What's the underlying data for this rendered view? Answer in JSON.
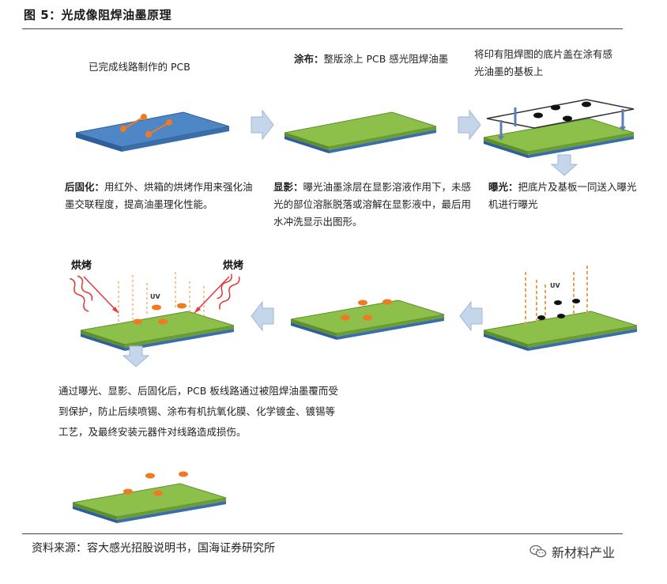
{
  "figure": {
    "title": "图 5：光成像阻焊油墨原理",
    "source": "资料来源：容大感光招股说明书，国海证券研究所",
    "watermark": "新材料产业"
  },
  "steps": {
    "pcb": {
      "text": "已完成线路制作的 PCB"
    },
    "coat": {
      "label": "涂布：",
      "text": "整版涂上 PCB 感光阻焊油墨"
    },
    "mask": {
      "text": "将印有阻焊图的底片盖在涂有感光油墨的基板上"
    },
    "expose": {
      "label": "曝光：",
      "text": "把底片及基板一同送入曝光机进行曝光"
    },
    "develop": {
      "label": "显影：",
      "text": "曝光油墨涂层在显影溶液作用下，未感光的部位溶胀脱落或溶解在显影液中，最后用水冲洗显示出图形。"
    },
    "cure": {
      "label": "后固化：",
      "text": "用红外、烘箱的烘烤作用来强化油墨交联程度，提高油墨理化性能。"
    },
    "final": {
      "text": "通过曝光、显影、后固化后，PCB 板线路通过被阻焊油墨覆而受到保护，防止后续喷锡、涂布有机抗氧化膜、化学镀金、镀锡等工艺，及最终安装元器件对线路造成损伤。"
    }
  },
  "labels": {
    "bake_left": "烘烤",
    "bake_right": "烘烤",
    "uv_cure": "UV",
    "uv_expose": "UV"
  },
  "colors": {
    "board_blue": "#4f86c6",
    "board_blue_side": "#2f5f98",
    "ink_green": "#8dbf4b",
    "ink_green_side": "#5e8f2c",
    "pad_orange": "#f07a22",
    "mask_dot": "#111111",
    "arrow_fill": "#c5d6ea",
    "arrow_stroke": "#9fb6d4",
    "bake_red": "#e23a3a",
    "uv_orange": "#f0a050"
  }
}
